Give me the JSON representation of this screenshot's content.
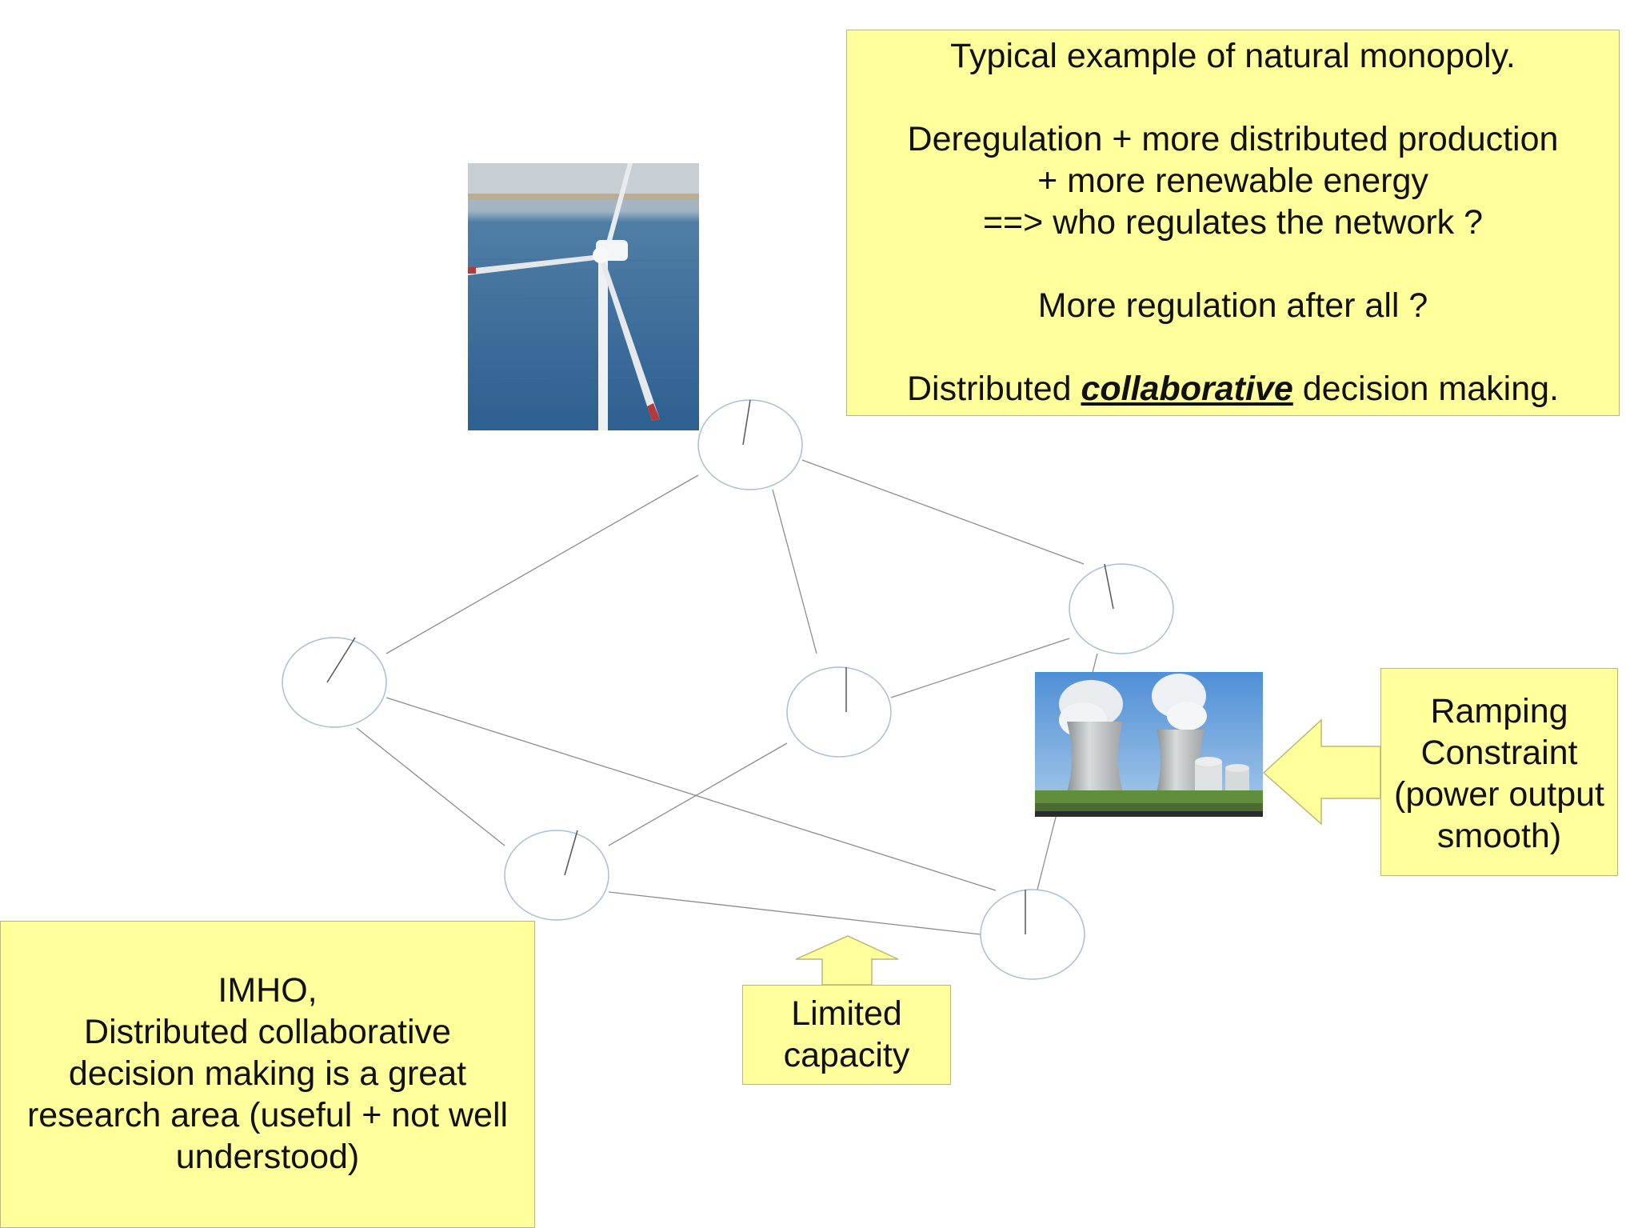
{
  "colors": {
    "note_fill": "#ffff9c",
    "edge": "#8c8c8c",
    "node_stroke": "#a8bfd4"
  },
  "top_note": {
    "line1": "Typical example of natural monopoly.",
    "line2": "Deregulation + more distributed production",
    "line3": "+ more renewable energy",
    "line4": "==> who regulates the network ?",
    "line5": "More regulation after all ?",
    "line6_prefix": "Distributed ",
    "line6_emph": "collaborative",
    "line6_suffix": " decision making."
  },
  "imho_note": {
    "line1": "IMHO,",
    "line2": "Distributed collaborative",
    "line3": "decision making is a great",
    "line4": "research area (useful + not well",
    "line5": "understood)"
  },
  "limited_note": {
    "line1": "Limited",
    "line2": "capacity"
  },
  "ramping_note": {
    "line1": "Ramping",
    "line2": "Constraint",
    "line3": "(power output",
    "line4": "smooth)"
  },
  "images": {
    "turbine": "offshore wind turbine photo",
    "plant": "nuclear power plant cooling towers photo"
  },
  "network": {
    "nodes": [
      "node-top",
      "node-right-upper",
      "node-left",
      "node-center",
      "node-bottom-left",
      "node-bottom-right"
    ],
    "edges": [
      [
        "node-top",
        "node-left"
      ],
      [
        "node-top",
        "node-center"
      ],
      [
        "node-top",
        "node-right-upper"
      ],
      [
        "node-right-upper",
        "node-center"
      ],
      [
        "node-right-upper",
        "node-bottom-right"
      ],
      [
        "node-left",
        "node-bottom-left"
      ],
      [
        "node-left",
        "node-bottom-right"
      ],
      [
        "node-center",
        "node-bottom-left"
      ],
      [
        "node-bottom-left",
        "node-bottom-right"
      ]
    ]
  }
}
